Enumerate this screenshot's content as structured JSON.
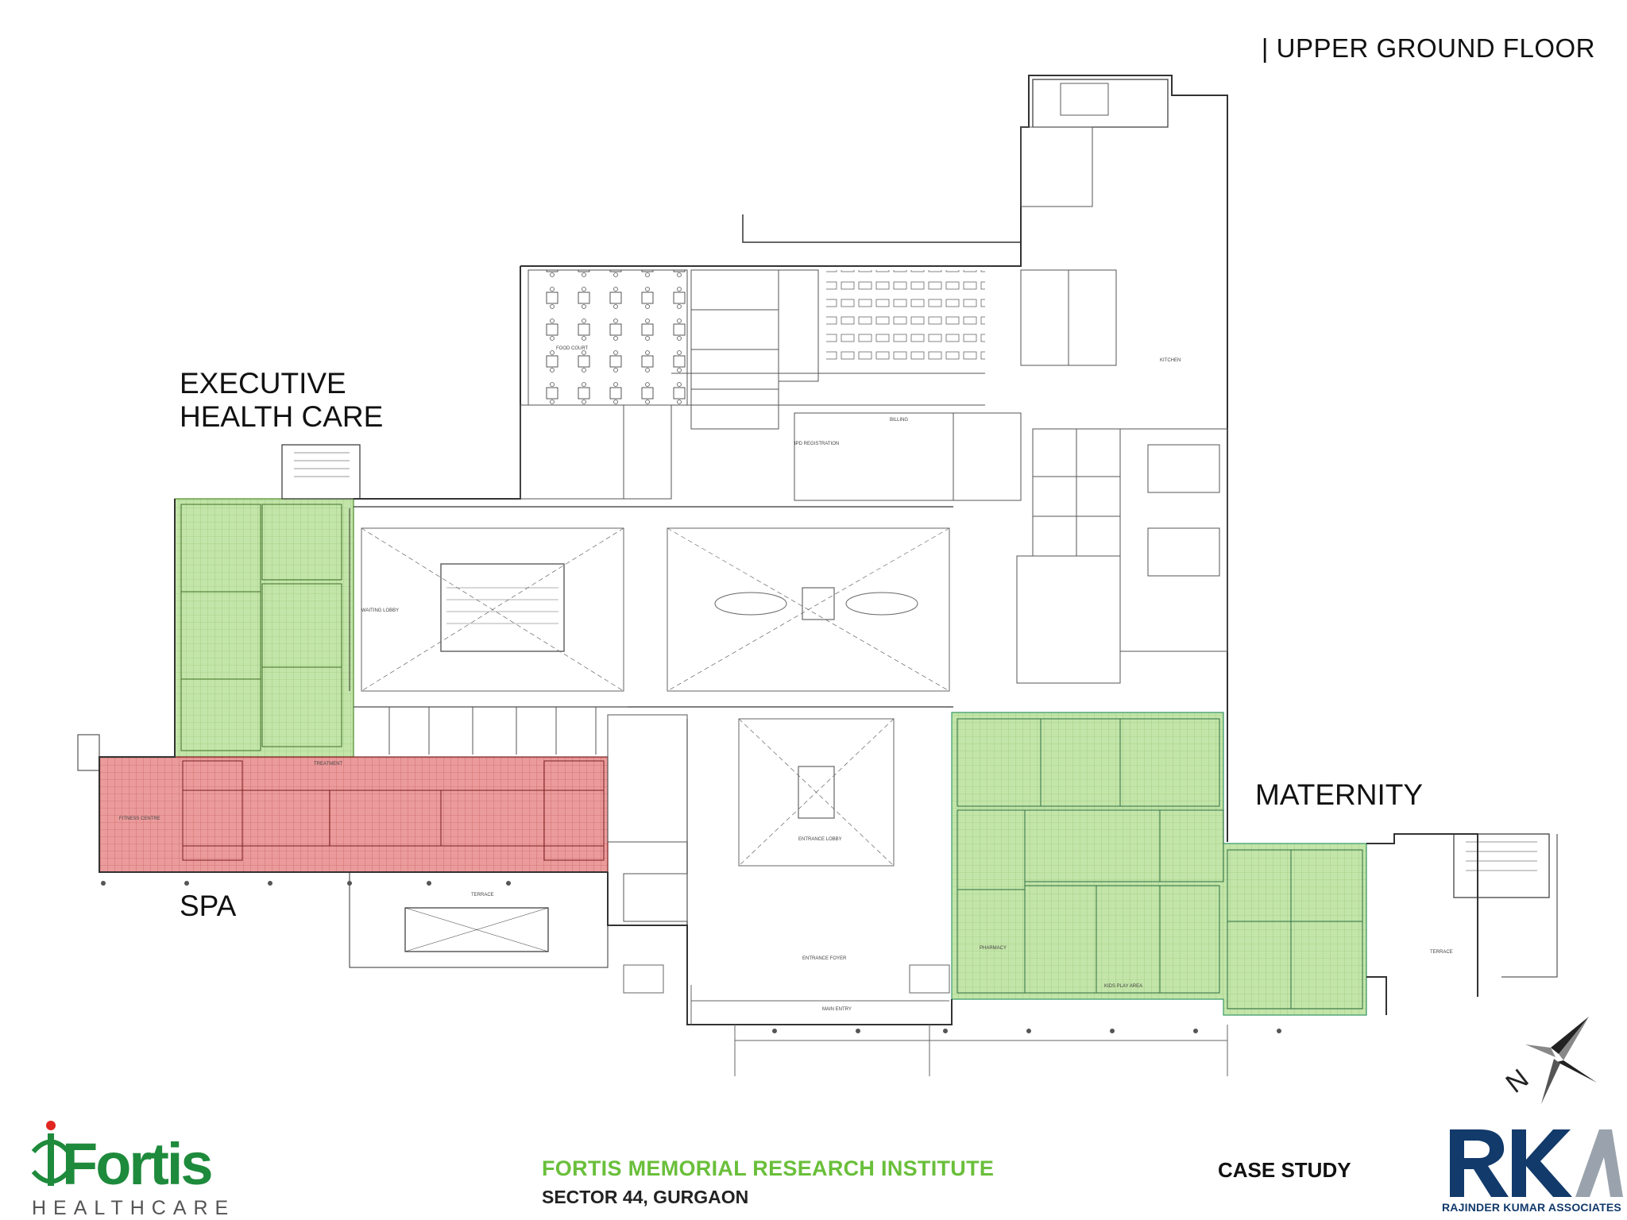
{
  "header": {
    "floor_title": "| UPPER GROUND FLOOR"
  },
  "zones": {
    "executive": {
      "label": "EXECUTIVE\nHEALTH CARE",
      "color": "#b8e09a"
    },
    "spa": {
      "label": "SPA",
      "color": "#e88a8a"
    },
    "maternity": {
      "label": "MATERNITY",
      "color": "#b8e09a"
    }
  },
  "plan_labels": {
    "food_court": "FOOD COURT",
    "kitchen": "KITCHEN",
    "waiting_lobby": "WAITING LOBBY",
    "entrance_lobby": "ENTRANCE LOBBY",
    "entrance_foyer": "ENTRANCE FOYER",
    "terrace": "TERRACE",
    "pharmacy": "PHARMACY",
    "main_entry": "MAIN ENTRY",
    "fitness_centre": "FITNESS CENTRE",
    "treatment": "TREATMENT",
    "ipd_registration": "IPD REGISTRATION",
    "billing": "BILLING",
    "kids_play_area": "KIDS PLAY AREA",
    "terrace_right": "TERRACE"
  },
  "footer": {
    "institute": "FORTIS MEMORIAL RESEARCH INSTITUTE",
    "location": "SECTOR 44, GURGAON",
    "case_study": "CASE STUDY"
  },
  "logos": {
    "fortis_name": "Fortis",
    "fortis_sub": "HEALTHCARE",
    "fortis_color": "#1e8a3c",
    "fortis_accent": "#e0261f",
    "rka_sub": "RAJINDER KUMAR ASSOCIATES",
    "rka_color": "#123a6b"
  },
  "compass": {
    "letter": "N"
  }
}
